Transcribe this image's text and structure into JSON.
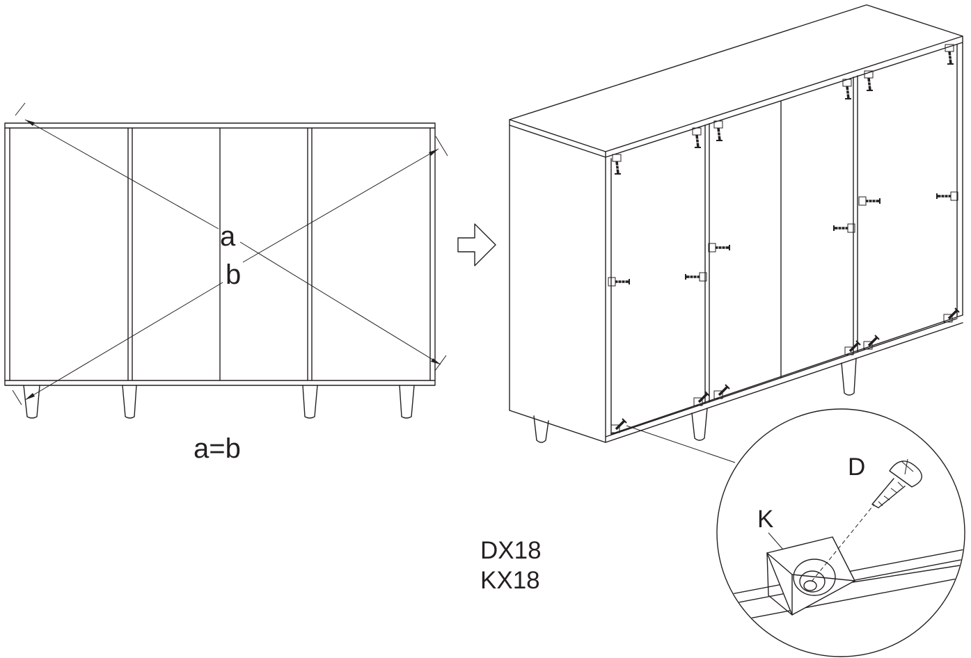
{
  "labels": {
    "diag_a": "a",
    "diag_b": "b",
    "equation": "a=b",
    "screw": "D",
    "bracket": "K",
    "qty_screw": "DX18",
    "qty_bracket": "KX18"
  },
  "colors": {
    "ink": "#231f20",
    "paper": "#ffffff"
  },
  "icons": {
    "arrow": "arrow-right-outline-icon",
    "screw": "screw-icon",
    "bracket": "corner-bracket-icon"
  }
}
